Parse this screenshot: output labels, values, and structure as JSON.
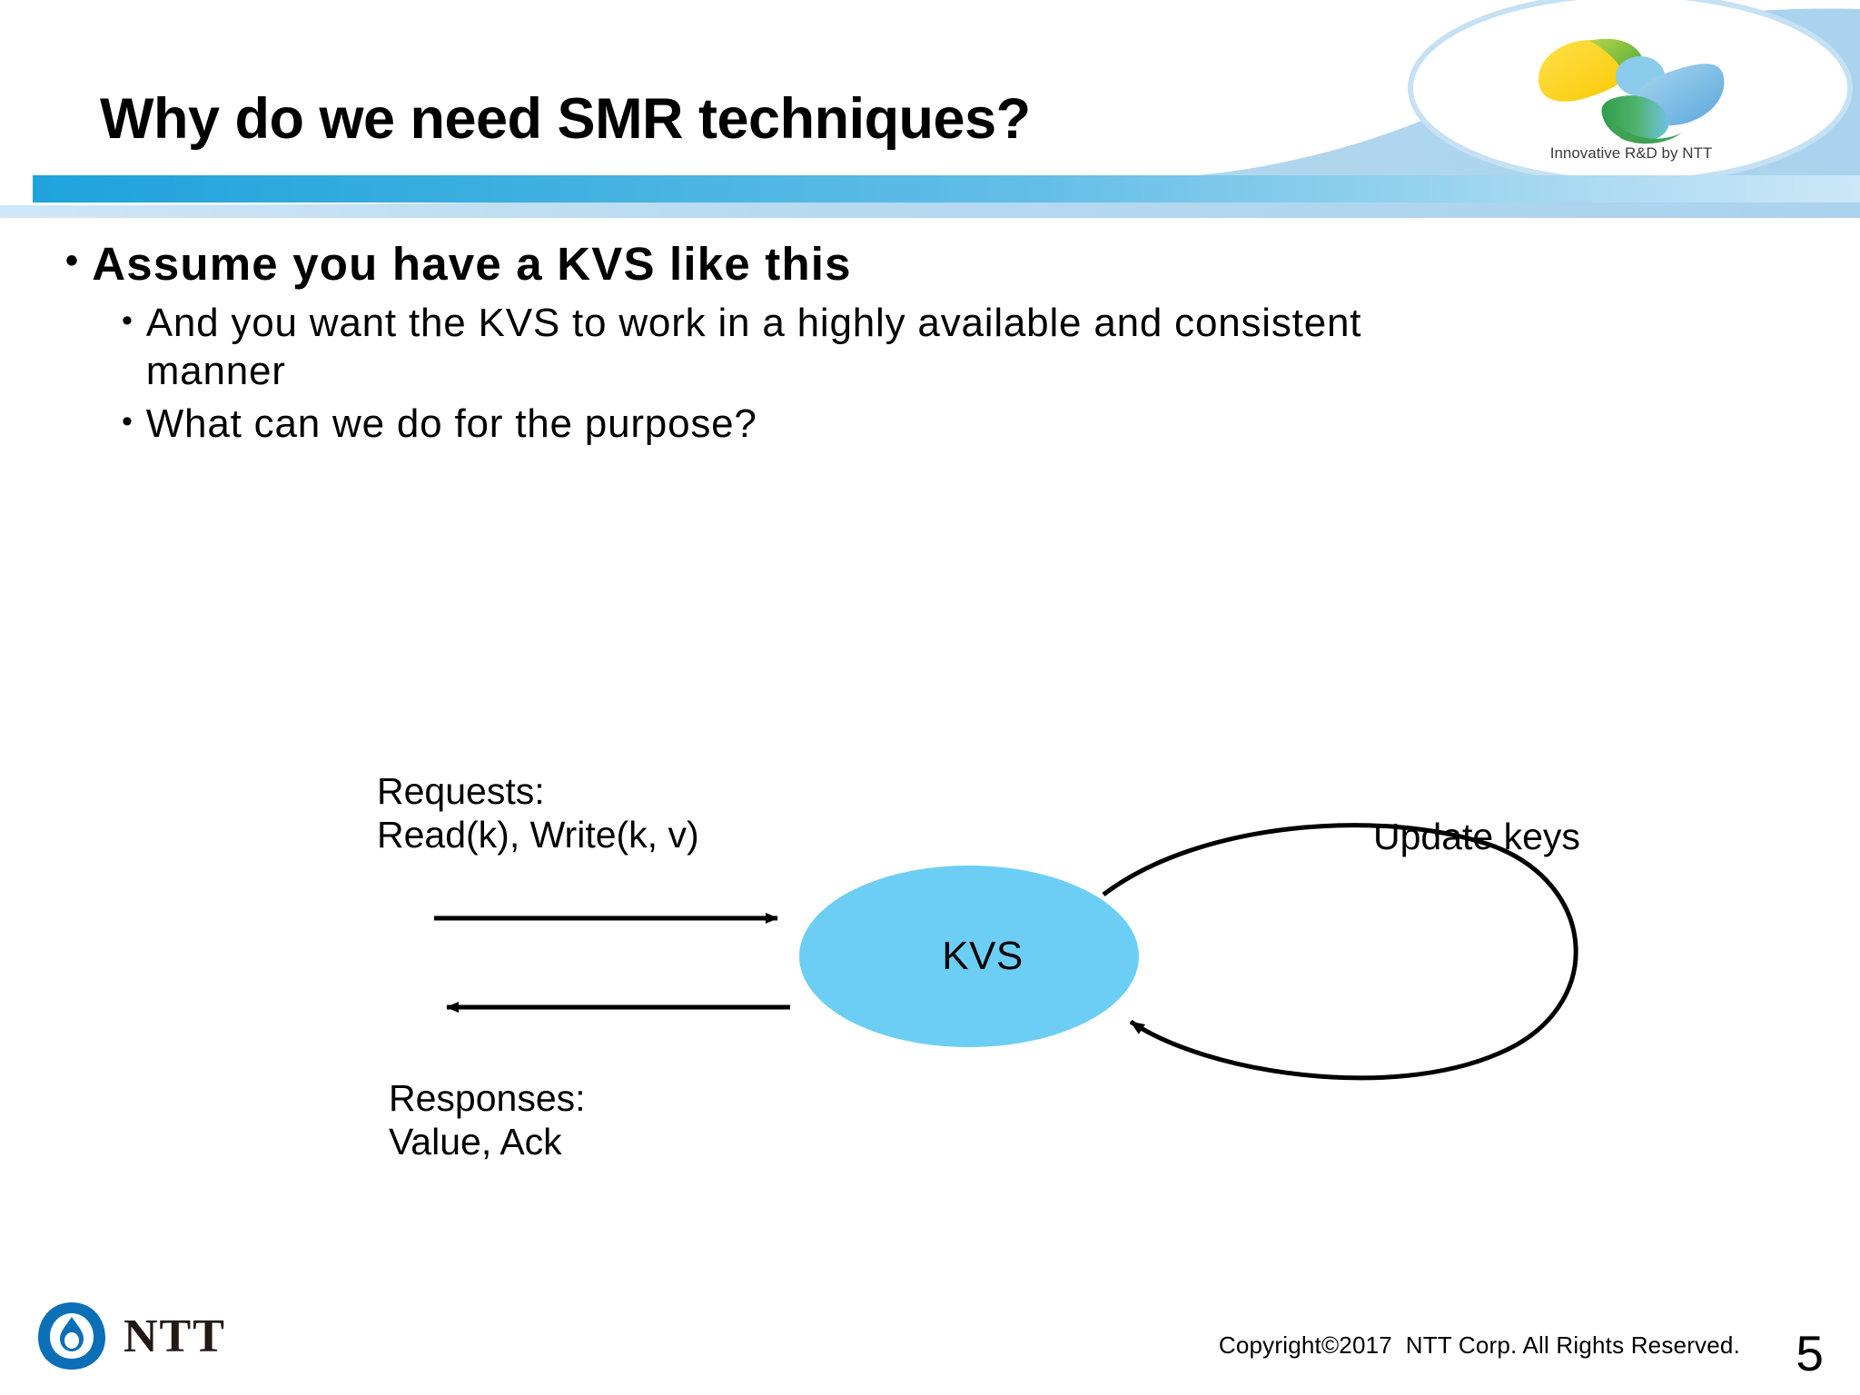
{
  "slide": {
    "title": "Why do we need SMR techniques?",
    "page_number": "5",
    "accent_bar_color": "#1FA3DC",
    "swoosh_color": "#AFD6EE"
  },
  "brand": {
    "rd_logo_caption": "Innovative R&D by NTT",
    "footer_wordmark": "NTT",
    "footer_logo_color": "#0B6FB8",
    "copyright": "Copyright©2017  NTT Corp. All Rights Reserved."
  },
  "bullets": [
    {
      "level": 1,
      "marker": "•",
      "text": "Assume you have a KVS like this"
    },
    {
      "level": 2,
      "marker": "•",
      "text": "And you want the KVS to work in a highly available and consistent manner"
    },
    {
      "level": 2,
      "marker": "•",
      "text": "What can we do for the purpose?"
    }
  ],
  "diagram": {
    "node_label": "KVS",
    "node_color": "#6DCEF5",
    "request_label": "Requests:\nRead(k), Write(k, v)",
    "response_label": "Responses:\nValue, Ack",
    "self_loop_label": "Update keys"
  }
}
